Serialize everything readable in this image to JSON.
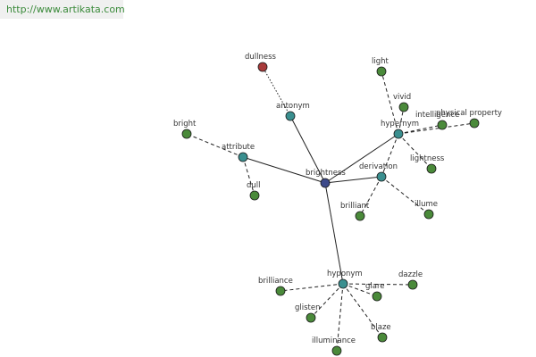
{
  "header": {
    "url": "http://www.artikata.com"
  },
  "colors": {
    "center": "#3d4a8a",
    "relation": "#3a8f8f",
    "term": "#4a8a3a",
    "antonym_term": "#a83a3a",
    "edge": "#222222"
  },
  "graph": {
    "nodes": [
      {
        "id": "brightness",
        "label": "brightness",
        "kind": "center"
      },
      {
        "id": "antonym",
        "label": "antonym",
        "kind": "relation"
      },
      {
        "id": "attribute",
        "label": "attribute",
        "kind": "relation"
      },
      {
        "id": "hypernym",
        "label": "hypernym",
        "kind": "relation"
      },
      {
        "id": "derivation",
        "label": "derivation",
        "kind": "relation"
      },
      {
        "id": "hyponym",
        "label": "hyponym",
        "kind": "relation"
      },
      {
        "id": "dullness",
        "label": "dullness",
        "kind": "antonym_term"
      },
      {
        "id": "bright",
        "label": "bright",
        "kind": "term"
      },
      {
        "id": "dull",
        "label": "dull",
        "kind": "term"
      },
      {
        "id": "light",
        "label": "light",
        "kind": "term"
      },
      {
        "id": "vivid",
        "label": "vivid",
        "kind": "term"
      },
      {
        "id": "intelligence",
        "label": "intelligence",
        "kind": "term"
      },
      {
        "id": "physical_property",
        "label": "physical property",
        "kind": "term"
      },
      {
        "id": "lightness",
        "label": "lightness",
        "kind": "term"
      },
      {
        "id": "brilliant",
        "label": "brilliant",
        "kind": "term"
      },
      {
        "id": "illume",
        "label": "illume",
        "kind": "term"
      },
      {
        "id": "brilliance",
        "label": "brilliance",
        "kind": "term"
      },
      {
        "id": "glare",
        "label": "glare",
        "kind": "term"
      },
      {
        "id": "dazzle",
        "label": "dazzle",
        "kind": "term"
      },
      {
        "id": "glisten",
        "label": "glisten",
        "kind": "term"
      },
      {
        "id": "blaze",
        "label": "blaze",
        "kind": "term"
      },
      {
        "id": "illuminance",
        "label": "illuminance",
        "kind": "term"
      }
    ],
    "edges": [
      {
        "from": "brightness",
        "to": "antonym",
        "style": "solid"
      },
      {
        "from": "brightness",
        "to": "attribute",
        "style": "solid"
      },
      {
        "from": "brightness",
        "to": "hypernym",
        "style": "solid"
      },
      {
        "from": "brightness",
        "to": "derivation",
        "style": "solid"
      },
      {
        "from": "brightness",
        "to": "hyponym",
        "style": "solid"
      },
      {
        "from": "antonym",
        "to": "dullness",
        "style": "dotted"
      },
      {
        "from": "attribute",
        "to": "bright",
        "style": "dashed"
      },
      {
        "from": "attribute",
        "to": "dull",
        "style": "dashed"
      },
      {
        "from": "hypernym",
        "to": "light",
        "style": "dashed"
      },
      {
        "from": "hypernym",
        "to": "vivid",
        "style": "dashed"
      },
      {
        "from": "hypernym",
        "to": "intelligence",
        "style": "dashed"
      },
      {
        "from": "hypernym",
        "to": "physical_property",
        "style": "dashed"
      },
      {
        "from": "hypernym",
        "to": "lightness",
        "style": "dashed"
      },
      {
        "from": "hypernym",
        "to": "derivation",
        "style": "dashed"
      },
      {
        "from": "derivation",
        "to": "brilliant",
        "style": "dashed"
      },
      {
        "from": "derivation",
        "to": "illume",
        "style": "dashed"
      },
      {
        "from": "hyponym",
        "to": "brilliance",
        "style": "dashed"
      },
      {
        "from": "hyponym",
        "to": "glare",
        "style": "dashed"
      },
      {
        "from": "hyponym",
        "to": "dazzle",
        "style": "dashed"
      },
      {
        "from": "hyponym",
        "to": "glisten",
        "style": "dashed"
      },
      {
        "from": "hyponym",
        "to": "blaze",
        "style": "dashed"
      },
      {
        "from": "hyponym",
        "to": "illuminance",
        "style": "dashed"
      }
    ]
  }
}
